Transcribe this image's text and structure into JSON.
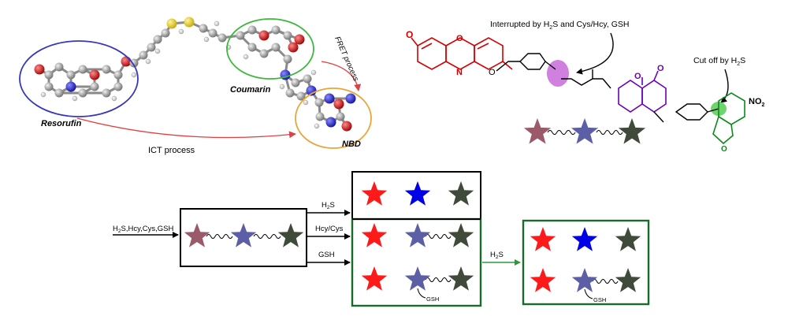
{
  "molecule_model": {
    "labels": {
      "resorufin": "Resorufin",
      "coumarin": "Coumarin",
      "nbd": "NBD"
    },
    "arrows": {
      "fret": "FRET process",
      "ict": "ICT process"
    }
  },
  "structure": {
    "annotations": {
      "interrupted_prefix": "Interrupted by H",
      "interrupted_sub": "2",
      "interrupted_suffix": "S and Cys/Hcy, GSH",
      "cutoff_prefix": "Cut off by H",
      "cutoff_sub": "2",
      "cutoff_suffix": "S"
    },
    "atoms": {
      "no2": "NO",
      "no2_sub": "2",
      "o_ring": "O",
      "n_ring": "N"
    }
  },
  "scheme": {
    "input_label_parts": [
      "H",
      "2",
      "S,Hcy,Cys,GSH"
    ],
    "branches": {
      "h2s_parts": [
        "H",
        "2",
        "S"
      ],
      "hcy_cys": "Hcy/Cys",
      "gsh": "GSH"
    },
    "arrow_h2s_parts": [
      "H",
      "2",
      "S"
    ],
    "gsh_tag": "GSH"
  },
  "colors": {
    "red_star": "#ff1a1a",
    "blue_star": "#0000e6",
    "dark_star": "#3f4a3a",
    "mauve_star": "#9a5a6a",
    "slate_star": "#5c5fa6",
    "resorufin_red": "#d40000",
    "coumarin_purple": "#6a00b8",
    "nbd_green": "#0b8a1a",
    "box_green": "#1a6b2a",
    "ellipse_blue": "#3838b8",
    "ellipse_green": "#3cb93c",
    "ellipse_orange": "#e8a63a",
    "ict_arrow": "#e04040",
    "highlight_magenta": "#c86bd9",
    "highlight_green": "#5ecf5e"
  }
}
